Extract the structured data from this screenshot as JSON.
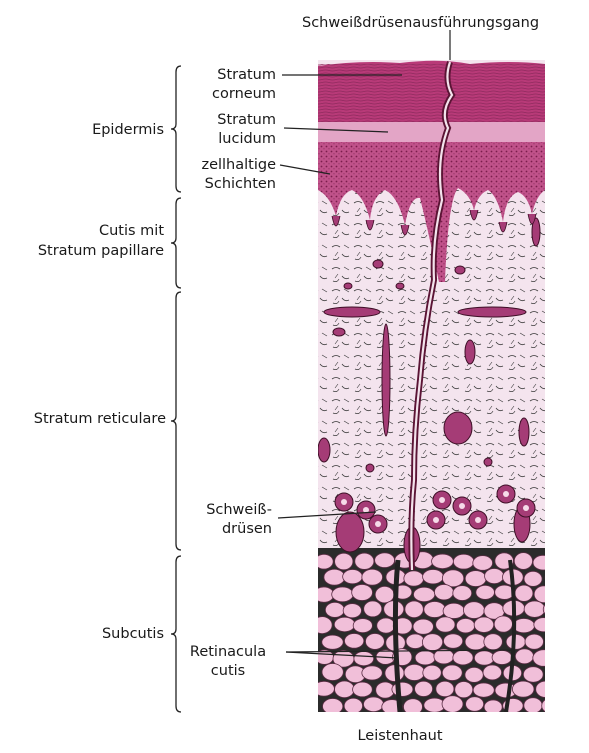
{
  "figure": {
    "top_label": "Schweißdrüsenausführungsgang",
    "caption": "Leistenhaut"
  },
  "regions": {
    "epidermis": "Epidermis",
    "cutis_line1": "Cutis mit",
    "cutis_line2": "Stratum papillare",
    "reticulare": "Stratum reticulare",
    "subcutis": "Subcutis"
  },
  "structures": {
    "corneum_line1": "Stratum",
    "corneum_line2": "corneum",
    "lucidum_line1": "Stratum",
    "lucidum_line2": "lucidum",
    "zell_line1": "zellhaltige",
    "zell_line2": "Schichten",
    "schweiss_line1": "Schweiß-",
    "schweiss_line2": "drüsen",
    "retinacula_line1": "Retinacula",
    "retinacula_line2": "cutis"
  },
  "colors": {
    "corneum": "#b83a78",
    "lucidum": "#e3a5c6",
    "cell_layers": "#c0528a",
    "dermis": "#f4e4ee",
    "vessel": "#a53c76",
    "fat": "#f1bfd9",
    "line": "#222222"
  }
}
